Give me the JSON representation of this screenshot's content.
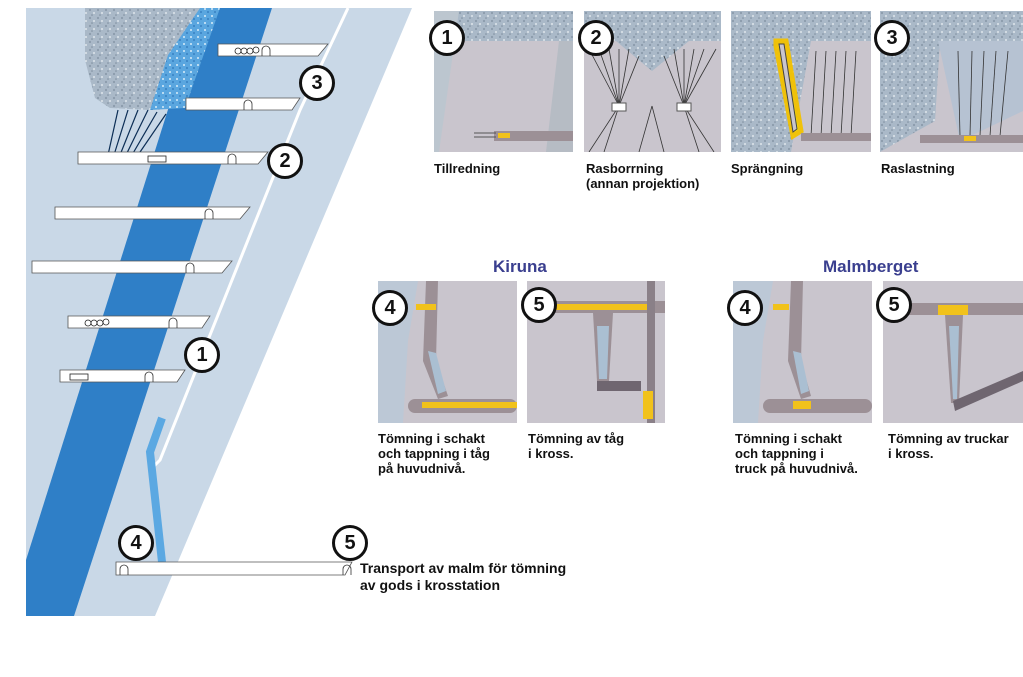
{
  "stages": {
    "n1": "1",
    "n2": "2",
    "n3": "3",
    "n4": "4",
    "n5": "5"
  },
  "top_panels": [
    {
      "number": "1",
      "caption": "Tillredning"
    },
    {
      "number": "2",
      "caption": "Rasborrning\n(annan projektion)"
    },
    {
      "number": "",
      "caption": "Sprängning"
    },
    {
      "number": "3",
      "caption": "Raslastning"
    }
  ],
  "kiruna": {
    "title": "Kiruna",
    "panels": [
      {
        "number": "4",
        "caption": "Tömning i schakt\noch tappning i tåg\npå huvudnivå."
      },
      {
        "number": "5",
        "caption": "Tömning av tåg\ni kross."
      }
    ]
  },
  "malmberget": {
    "title": "Malmberget",
    "panels": [
      {
        "number": "4",
        "caption": "Tömning i schakt\noch tappning i\ntruck på huvudnivå."
      },
      {
        "number": "5",
        "caption": "Tömning av truckar\ni kross."
      }
    ]
  },
  "transport_caption": "Transport av malm för tömning\nav gods i krosstation",
  "colors": {
    "ore_blue": "#2f7fc7",
    "host_rock": "#c7d6e6",
    "waste_rock": "#bfc9d3",
    "panel_bg": "#c9c5c9",
    "region_title": "#3a3f8f",
    "loader_yellow": "#f1c21b"
  }
}
